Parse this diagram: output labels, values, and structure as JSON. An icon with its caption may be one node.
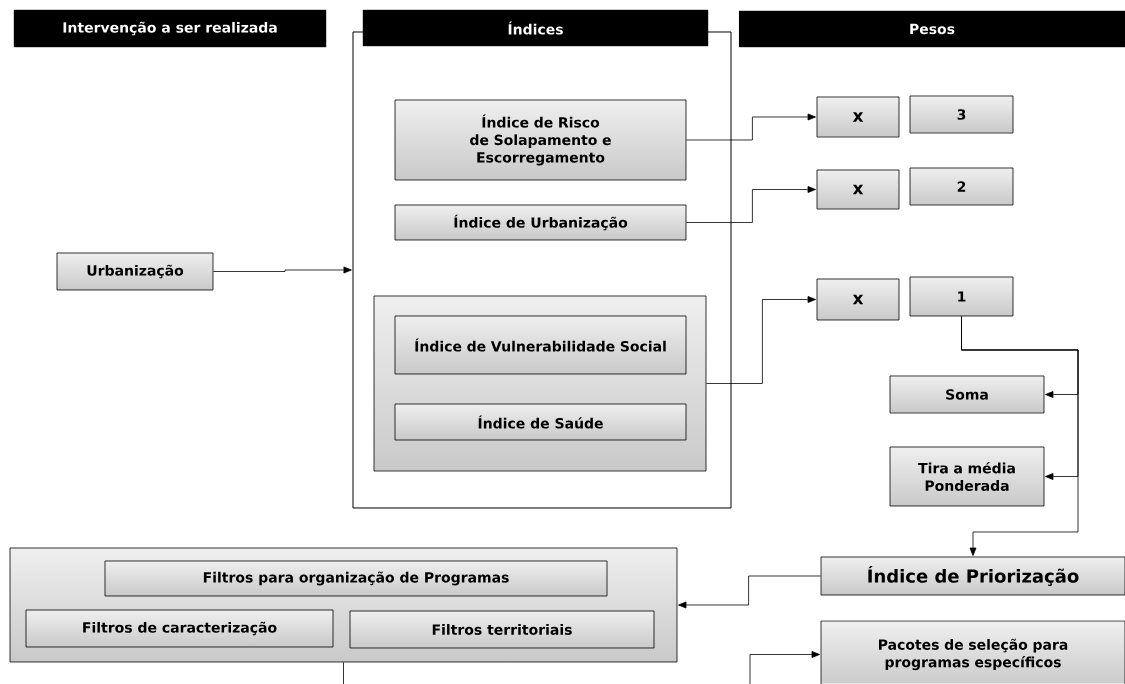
{
  "diagram": {
    "nodes": [
      {
        "text": [
          "Intervenção a ser realizada"
        ]
      },
      {
        "text": [
          "Índices"
        ]
      },
      {
        "text": [],
        "shape": "box"
      },
      {
        "text": [
          "Pesos"
        ]
      },
      {
        "text": [
          "Índice de Risco de Solapamento e Escorregamento"
        ],
        "in": 2
      },
      {
        "text": [
          "Índice de Urbanização"
        ],
        "in": 2
      },
      {
        "text": [],
        "shape": "box",
        "in": 2
      },
      {
        "text": [
          "Índice de Vulnerabilidade Social"
        ],
        "in": 6
      },
      {
        "text": [
          "Índice de Saúde"
        ],
        "in": 6
      },
      {
        "text": [
          "Urbanização"
        ]
      },
      {
        "text": [
          "x"
        ]
      },
      {
        "text": [
          "3"
        ]
      },
      {
        "text": [
          "x"
        ]
      },
      {
        "text": [
          "2"
        ]
      },
      {
        "text": [
          "x"
        ]
      },
      {
        "text": [
          "1"
        ]
      },
      {
        "text": [
          "Soma"
        ]
      },
      {
        "text": [
          "Tira a média Ponderada"
        ]
      },
      {
        "text": [
          "Índice de Priorização"
        ]
      },
      {
        "text": [],
        "shape": "box"
      },
      {
        "text": [
          "Filtros para organização de Programas"
        ],
        "in": 19
      },
      {
        "text": [
          "Filtros de caracterização"
        ],
        "in": 19
      },
      {
        "text": [
          "Filtros territoriais"
        ],
        "in": 19
      },
      {
        "text": [
          "Pacotes de seleção para programas específicos"
        ]
      }
    ],
    "edges": [
      {
        "from": 9,
        "to": 2,
        "arrow": "to"
      },
      {
        "from": 4,
        "to": 10,
        "arrow": "to"
      },
      {
        "from": 5,
        "to": 12,
        "arrow": "to"
      },
      {
        "from": 6,
        "to": 14,
        "arrow": "to"
      },
      {
        "from": 15,
        "to": 16,
        "arrow": "to"
      },
      {
        "from": 15,
        "to": 17,
        "arrow": "to"
      },
      {
        "from": 15,
        "to": 18,
        "arrow": "to"
      },
      {
        "from": 18,
        "to": 19,
        "arrow": "to"
      },
      {
        "from": 19,
        "to": null,
        "arrow": "none"
      },
      {
        "from": null,
        "to": 23,
        "arrow": "to"
      }
    ]
  }
}
